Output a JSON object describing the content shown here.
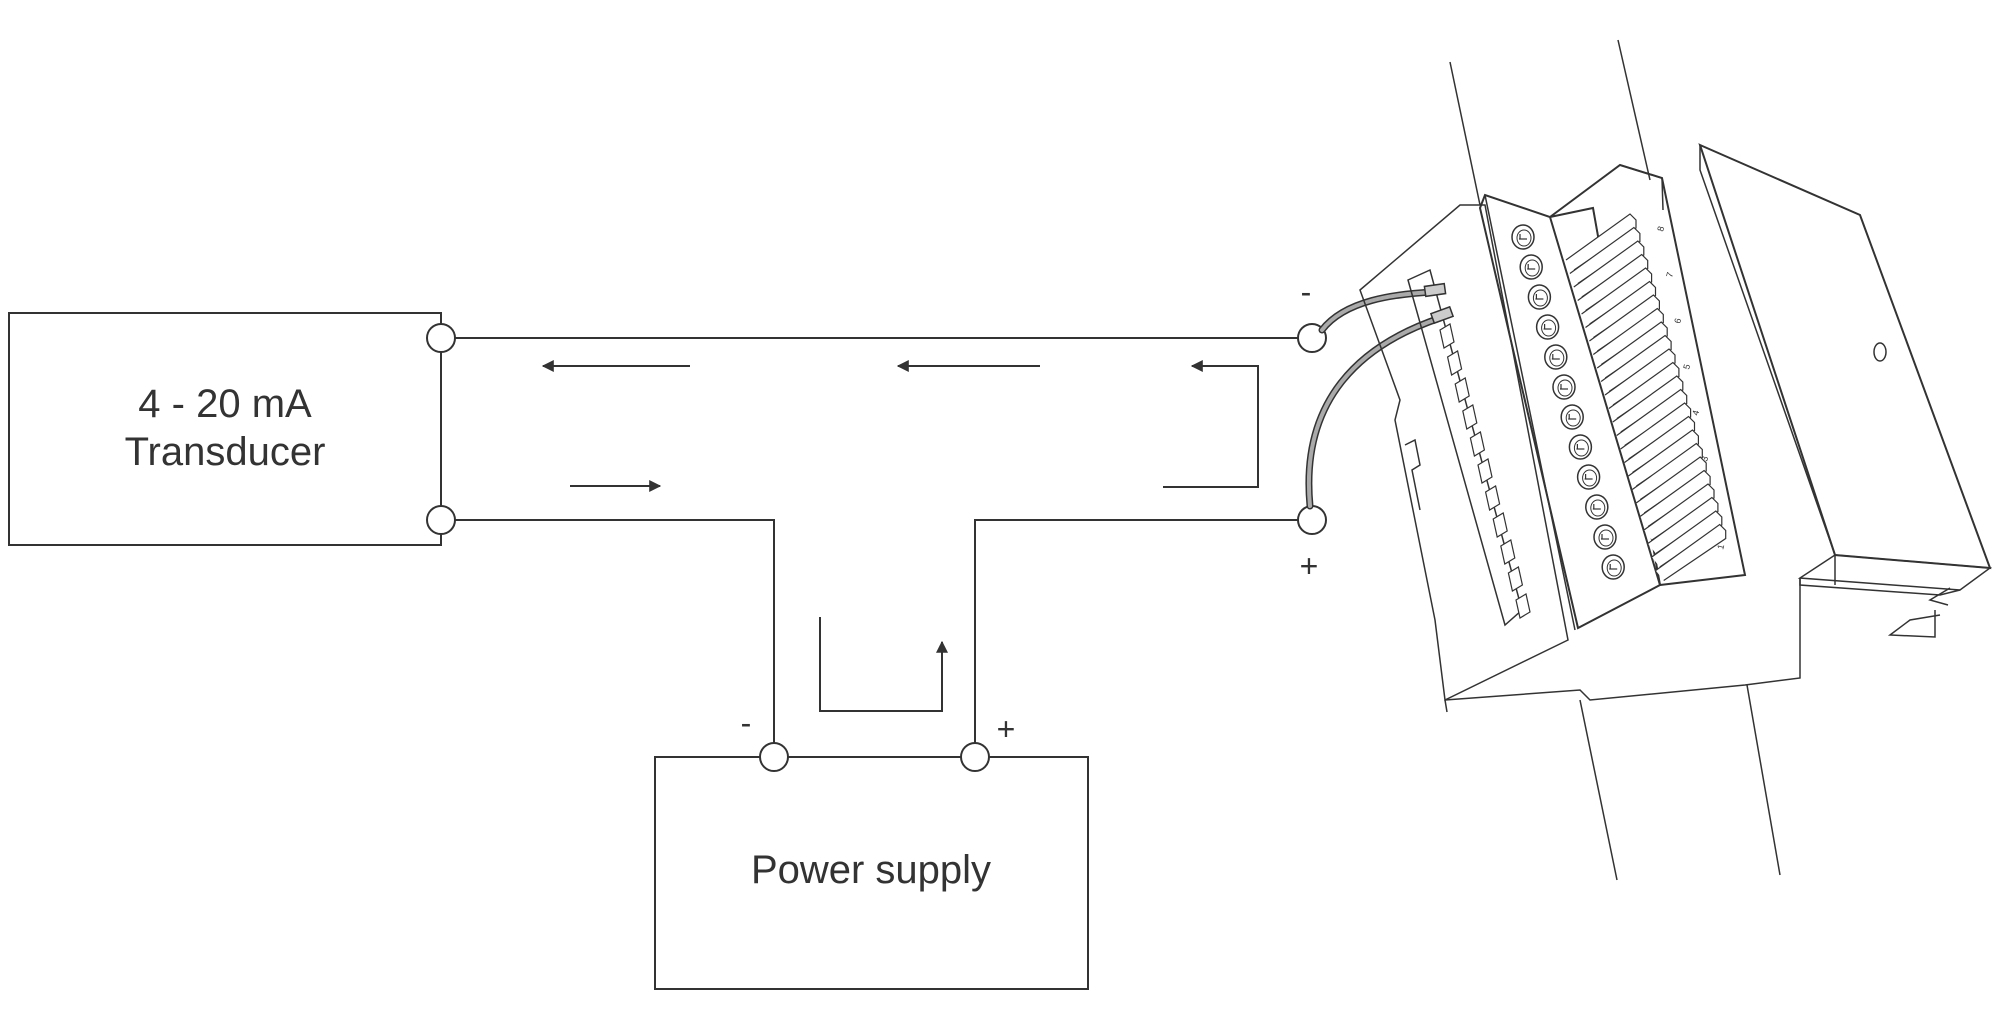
{
  "transducer": {
    "line1": "4 - 20 mA",
    "line2": "Transducer"
  },
  "power_supply": {
    "label": "Power supply",
    "minus": "-",
    "plus": "+"
  },
  "module_terminals": {
    "minus": "-",
    "plus": "+"
  },
  "module": {
    "channel_labels": [
      "8",
      "7",
      "6",
      "5",
      "4",
      "3",
      "2",
      "1"
    ]
  },
  "colors": {
    "line": "#333333",
    "cable": "#999999",
    "background": "#ffffff"
  }
}
